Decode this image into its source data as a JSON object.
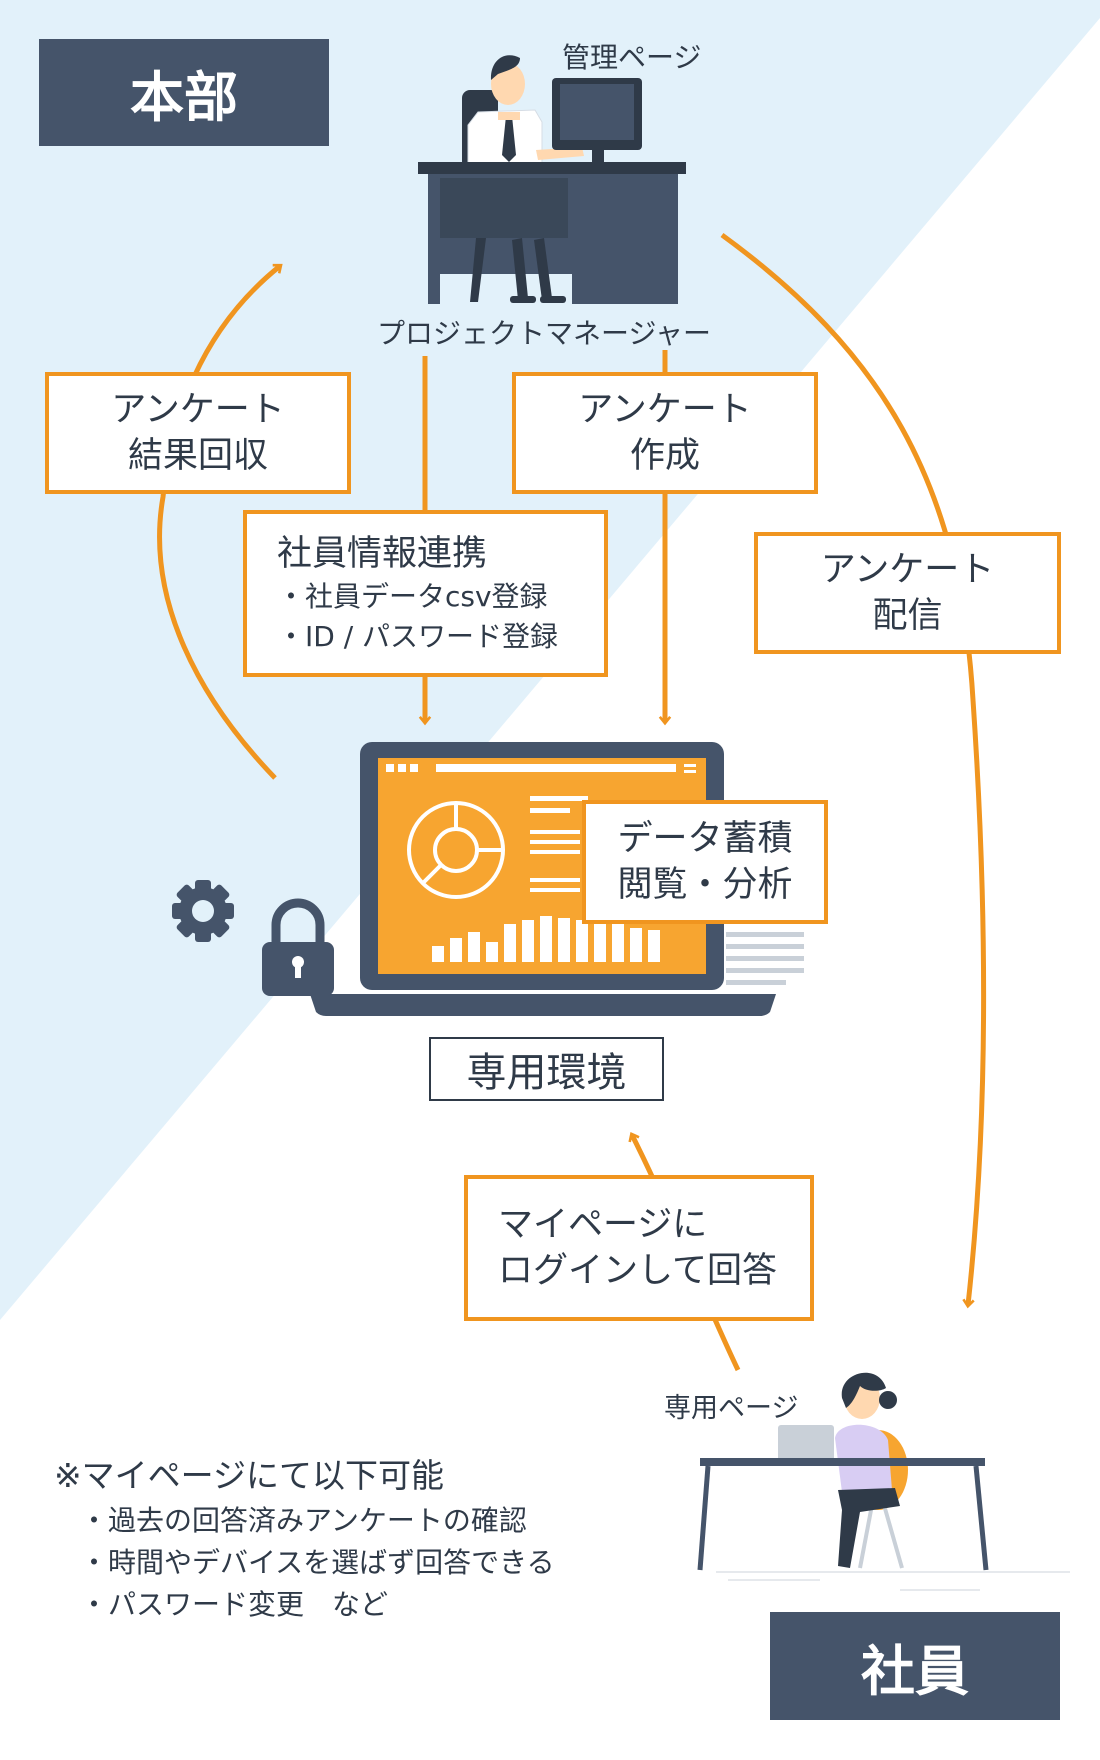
{
  "diagram": {
    "headquarters_label": "本部",
    "employee_label": "社員",
    "admin_page_label": "管理ページ",
    "project_manager_label": "プロジェクトマネージャー",
    "steps": {
      "results": {
        "line1": "アンケート",
        "line2": "結果回収"
      },
      "create": {
        "line1": "アンケート",
        "line2": "作成"
      },
      "distribute": {
        "line1": "アンケート",
        "line2": "配信"
      },
      "integration": {
        "title": "社員情報連携",
        "items": [
          "・社員データcsv登録",
          "・ID / パスワード登録"
        ]
      },
      "data": {
        "line1": "データ蓄積",
        "line2": "閲覧・分析"
      },
      "login": {
        "line1": "マイページに",
        "line2": "ログインして回答"
      }
    },
    "environment_label": "専用環境",
    "private_page_label": "専用ページ",
    "notes": {
      "title": "※マイページにて以下可能",
      "items": [
        "・過去の回答済みアンケートの確認",
        "・時間やデバイスを選ばず回答できる",
        "・パスワード変更　など"
      ]
    }
  },
  "colors": {
    "accent": "#f0951f",
    "navy": "#45546a",
    "sky": "#e2f1fa",
    "laptop_screen": "#f7a530"
  }
}
